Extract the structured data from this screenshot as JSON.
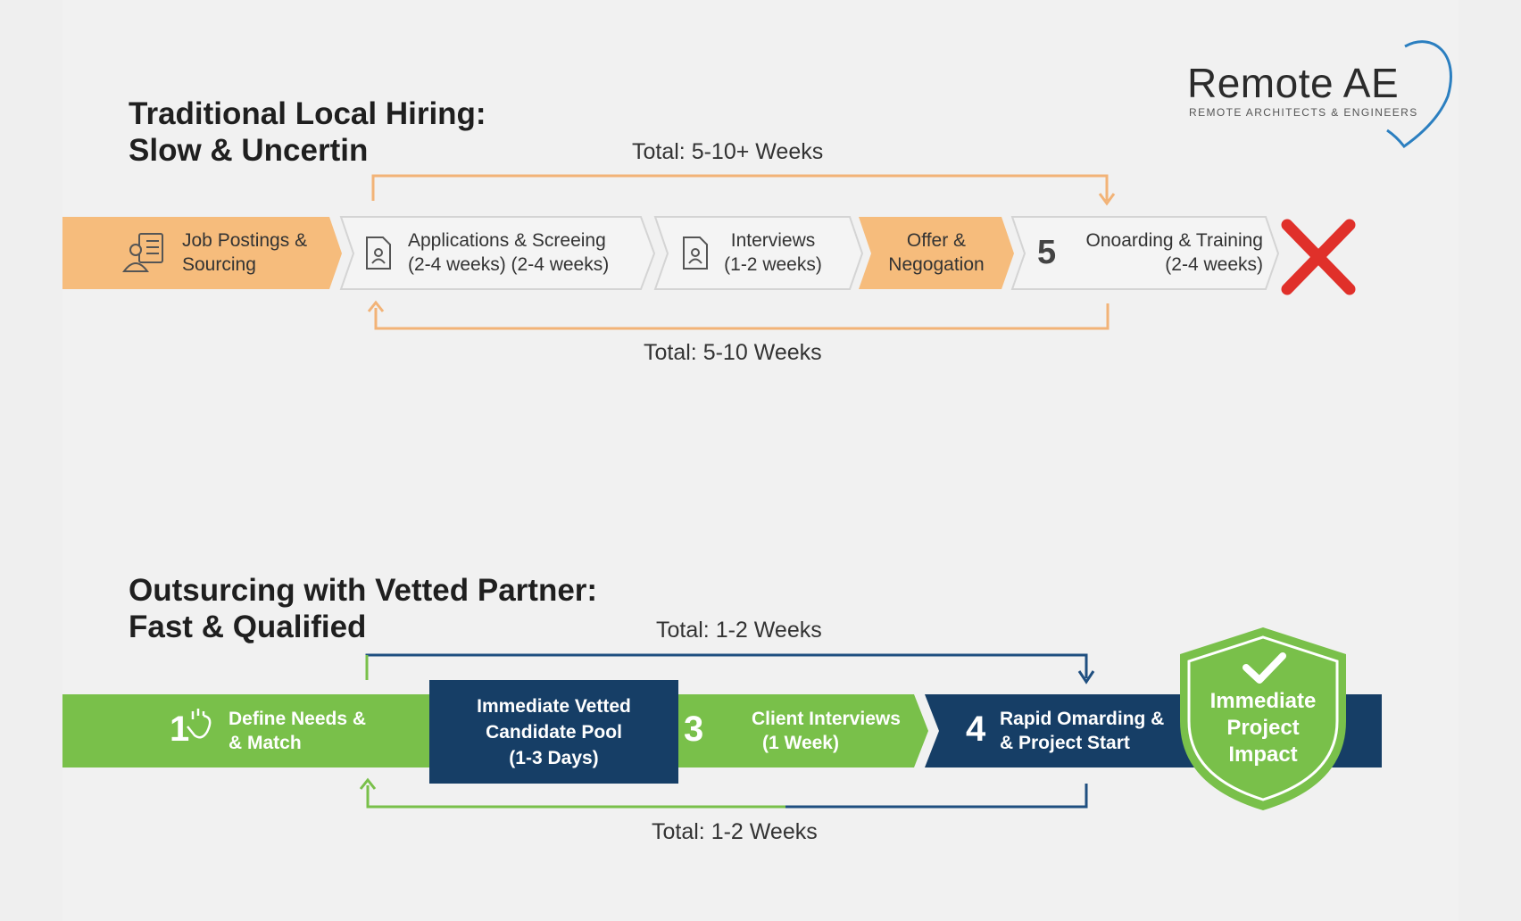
{
  "logo": {
    "name": "Remote AE",
    "tagline": "REMOTE ARCHITECTS & ENGINEERS"
  },
  "traditional": {
    "title_line1": "Traditional Local Hiring:",
    "title_line2": "Slow & Uncertin",
    "total_top": "Total: 5-10+ Weeks",
    "total_bottom": "Total: 5-10 Weeks",
    "steps": [
      {
        "line1": "Job Postings &",
        "line2": "Sourcing",
        "icon": "resume-person-icon"
      },
      {
        "line1": "Applications & Screeing",
        "line2": "(2-4 weeks)  (2-4 weeks)",
        "icon": "document-person-icon"
      },
      {
        "line1": "Interviews",
        "line2": "(1-2 weeks)",
        "icon": "document-person-icon"
      },
      {
        "line1": "Offer &",
        "line2": "Negogation"
      },
      {
        "number": "5",
        "line1": "Onoarding & Training",
        "line2": "(2-4 weeks)"
      }
    ],
    "end_icon": "red-x-icon"
  },
  "outsourcing": {
    "title_line1": "Outsurcing with Vetted Partner:",
    "title_line2": "Fast & Qualified",
    "total_top": "Total: 1-2 Weeks",
    "total_bottom": "Total: 1-2 Weeks",
    "steps": [
      {
        "number": "1",
        "line1": "Define Needs &",
        "line2": "& Match",
        "icon": "hand-icon"
      },
      {
        "line1": "Immediate Vetted",
        "line2": "Candidate Pool",
        "line3": "(1-3 Days)"
      },
      {
        "number": "3",
        "line1": "Client Interviews",
        "line2": "(1 Week)"
      },
      {
        "number": "4",
        "line1": "Rapid Omarding &",
        "line2": "& Project Start"
      }
    ],
    "badge": {
      "line1": "Immediate",
      "line2": "Project",
      "line3": "Impact",
      "icon": "checkmark-icon"
    }
  },
  "colors": {
    "orange": "#f6bc7c",
    "green": "#79c04a",
    "navy": "#163e66",
    "red": "#e0302a",
    "arrow_orange": "#f2b377",
    "arrow_blue": "#1f4f80",
    "logo_blue": "#2b7fc0"
  }
}
